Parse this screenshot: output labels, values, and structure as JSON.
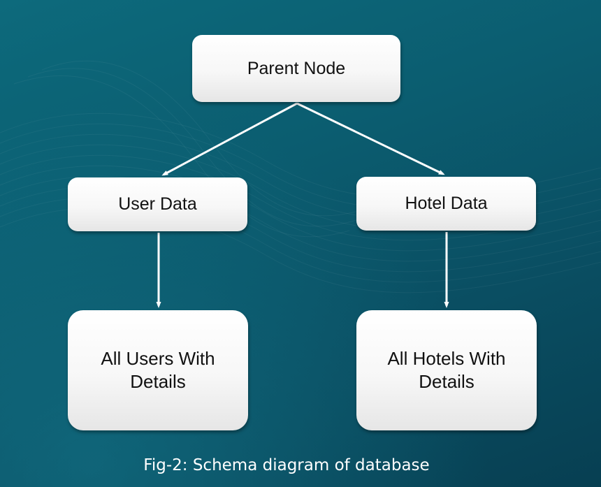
{
  "diagram": {
    "nodes": {
      "parent": "Parent Node",
      "user_data": "User Data",
      "hotel_data": "Hotel Data",
      "users_details": "All Users With Details",
      "hotels_details": "All Hotels With Details"
    },
    "edges": [
      {
        "from": "parent",
        "to": "user_data"
      },
      {
        "from": "parent",
        "to": "hotel_data"
      },
      {
        "from": "user_data",
        "to": "users_details"
      },
      {
        "from": "hotel_data",
        "to": "hotels_details"
      }
    ],
    "caption": "Fig-2: Schema diagram of database"
  },
  "colors": {
    "background": "#0b5d70",
    "node_fill": "#ffffff",
    "connector": "#ffffff",
    "text": "#111111"
  }
}
